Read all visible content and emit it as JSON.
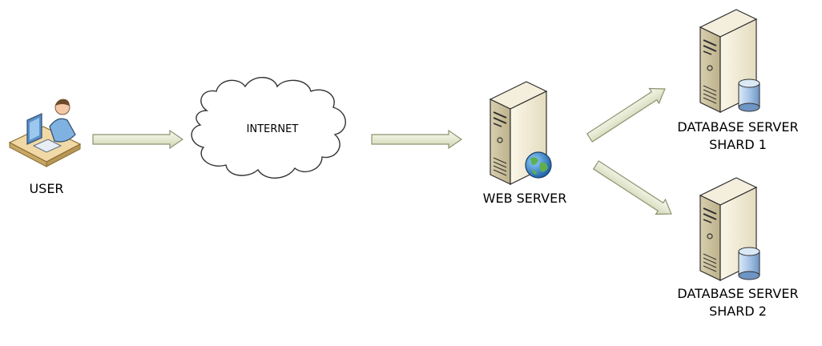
{
  "diagram": {
    "nodes": {
      "user": {
        "label": "USER",
        "icon": "user-at-computer-icon"
      },
      "internet": {
        "label": "INTERNET",
        "icon": "cloud-icon"
      },
      "web_server": {
        "label": "WEB SERVER",
        "icon": "web-server-icon"
      },
      "db_server_1": {
        "label_line1": "DATABASE SERVER",
        "label_line2": "SHARD 1",
        "icon": "database-server-icon"
      },
      "db_server_2": {
        "label_line1": "DATABASE SERVER",
        "label_line2": "SHARD 2",
        "icon": "database-server-icon"
      }
    },
    "edges": [
      {
        "from": "user",
        "to": "internet"
      },
      {
        "from": "internet",
        "to": "web_server"
      },
      {
        "from": "web_server",
        "to": "db_server_1"
      },
      {
        "from": "web_server",
        "to": "db_server_2"
      }
    ],
    "colors": {
      "arrow_fill": "#e9ecd8",
      "arrow_stroke": "#8c9470",
      "server_body": "#efe9d3",
      "server_dark": "#2f2f2f",
      "globe": "#2f7fbf",
      "cylinder": "#a9c6e6"
    }
  }
}
